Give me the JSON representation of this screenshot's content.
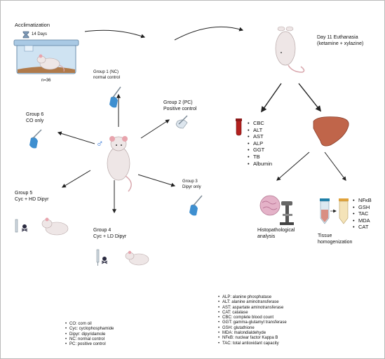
{
  "acclimatization": {
    "title": "Acclimatization",
    "duration": "14 Days",
    "n": "n=36"
  },
  "euthanasia": {
    "line1": "Day 11 Euthanasia",
    "line2": "(ketamine + xylazine)"
  },
  "groups": {
    "g1": {
      "line1": "Group 1 (NC)",
      "line2": "normal control"
    },
    "g2": {
      "line1": "Group 2 (PC)",
      "line2": "Positive control"
    },
    "g3": {
      "line1": "Group 3",
      "line2": "Dipyr only"
    },
    "g4": {
      "line1": "Group 4",
      "line2": "Cyc + LD Dipyr"
    },
    "g5": {
      "line1": "Group 5",
      "line2": "Cyc + HD Dipyr"
    },
    "g6": {
      "line1": "Group 6",
      "line2": "CO only"
    }
  },
  "male_symbol": "♂",
  "blood_tests": [
    "CBC",
    "ALT",
    "AST",
    "ALP",
    "GGT",
    "TB",
    "Albumin"
  ],
  "histo": {
    "line1": "Histopathological",
    "line2": "analysis"
  },
  "tissue": {
    "line1": "Tissue",
    "line2": "homogenization"
  },
  "tissue_markers": [
    "NFκB",
    "GSH",
    "TAC",
    "MDA",
    "CAT"
  ],
  "abbrev_left": [
    "CO: corn oil",
    "Cyc: cyclophosphamide",
    "Dipyr: dipyridamole",
    "NC: normal control",
    "PC: positive control"
  ],
  "abbrev_right": [
    "ALP: alanine phosphatase",
    "ALT: alanine aminotransferase",
    "AST: aspartate aminotransferase",
    "CAT: catalase",
    "CBC: complete blood count",
    "GGT: gamma-glutamyl transferase",
    "GSH: glutathione",
    "MDA: malondialdehyde",
    "NFκB: nuclear factor Kappa B",
    "TAC: total antioxidant capacity"
  ],
  "colors": {
    "arrow": "#222",
    "rat": "#eee6e6",
    "rat_outline": "#b9a9a9",
    "ear": "#e8a4ad",
    "liver": "#c0654a",
    "blood": "#b3201e",
    "glove": "#3e8fd0",
    "cage": "#cfe3f2",
    "bedding": "#b07a4a",
    "male_symbol": "#2a6fd6"
  }
}
